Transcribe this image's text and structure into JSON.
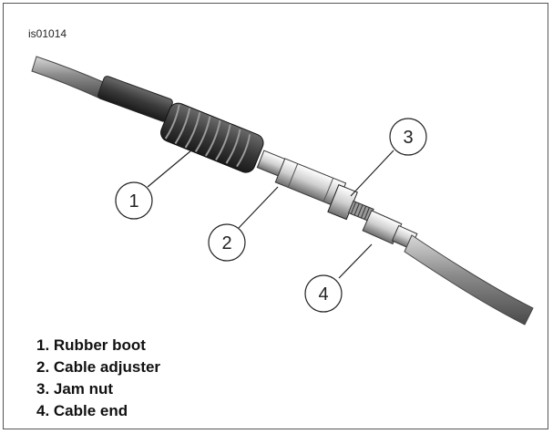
{
  "figure_id": "is01014",
  "callouts": [
    {
      "number": "1",
      "label": "Rubber boot"
    },
    {
      "number": "2",
      "label": "Cable adjuster"
    },
    {
      "number": "3",
      "label": "Jam nut"
    },
    {
      "number": "4",
      "label": "Cable end"
    }
  ],
  "legend": [
    "1. Rubber boot",
    "2. Cable adjuster",
    "3. Jam nut",
    "4. Cable end"
  ]
}
